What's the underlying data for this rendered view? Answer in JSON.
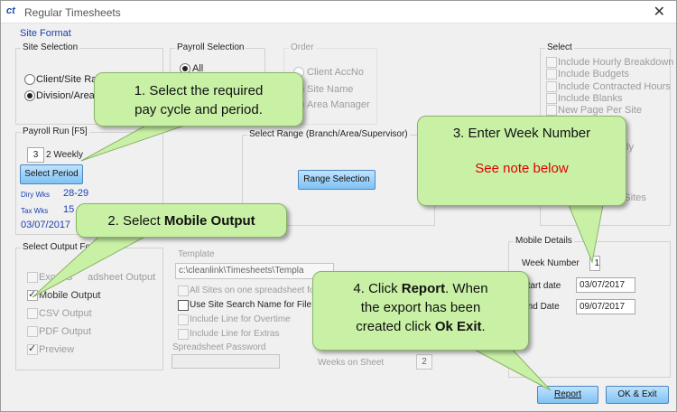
{
  "window": {
    "app_icon": "ct",
    "title": "Regular Timesheets",
    "close": "✕"
  },
  "site_format": "Site Format",
  "site_selection": {
    "label": "Site Selection",
    "options": [
      "Client/Site Range",
      "Division/Area Range"
    ],
    "selected": 1
  },
  "payroll_selection": {
    "label": "Payroll Selection",
    "all": "All"
  },
  "order": {
    "label": "Order",
    "options": [
      "Client AccNo",
      "Site Name",
      "Area Manager"
    ]
  },
  "select_opts": {
    "label": "Select",
    "items": [
      "Include Hourly Breakdown",
      "Include Budgets",
      "Include Contracted Hours",
      "Include Blanks",
      "New Page Per Site",
      "Include Imported Sites"
    ],
    "partial": [
      "ly",
      "mported Sites"
    ]
  },
  "payroll_run": {
    "label": "Payroll Run [F5]",
    "cycle_value": "3",
    "cycle_label": "2 Weekly",
    "select_button": "Select Period",
    "diary_label": "Diry Wks",
    "diary_value": "28-29",
    "tax_label": "Tax Wks",
    "tax_value": "15",
    "date": "03/07/2017"
  },
  "select_range": {
    "label": "Select Range (Branch/Area/Supervisor)",
    "button": "Range Selection"
  },
  "output": {
    "label": "Select Output Format",
    "label_visible": "Select Output Fo",
    "options": [
      {
        "label": "Excel Spreadsheet Output",
        "visible": "Excel S",
        "tail": "adsheet Output",
        "checked": false,
        "enabled": false
      },
      {
        "label": "Mobile Output",
        "checked": true,
        "enabled": true
      },
      {
        "label": "CSV Output",
        "checked": false,
        "enabled": false
      },
      {
        "label": "PDF Output",
        "checked": false,
        "enabled": false
      },
      {
        "label": "Preview",
        "checked": true,
        "enabled": false
      }
    ]
  },
  "template": {
    "label": "Template",
    "path": "c:\\cleanlink\\Timesheets\\Templa",
    "options": [
      "All Sites on one spreadsheet for a",
      "Use Site Search Name for File Nar",
      "Include Line for Overtime",
      "Include Line for Extras"
    ],
    "password_label": "Spreadsheet Password",
    "weeks_label": "Weeks on Sheet",
    "weeks_value": "2"
  },
  "mobile": {
    "label": "Mobile Details",
    "week_label": "Week Number",
    "week_value": "1",
    "start_label": "Start date",
    "start_value": "03/07/2017",
    "end_label": "End Date",
    "end_value": "09/07/2017"
  },
  "buttons": {
    "report": "Report",
    "exit": "OK & Exit"
  },
  "callouts": {
    "c1_line1": "1. Select the required",
    "c1_line2": "pay cycle and period.",
    "c2_prefix": "2. Select ",
    "c2_bold": "Mobile Output",
    "c3_line1": "3. Enter Week Number",
    "c3_note": "See note below",
    "c4_a": "4. Click ",
    "c4_b": "Report",
    ". When": "",
    "c4_c": ". When",
    "c4_d": "the export has been",
    "c4_e": "created click ",
    "c4_f": "Ok  Exit",
    "c4_g": "."
  }
}
